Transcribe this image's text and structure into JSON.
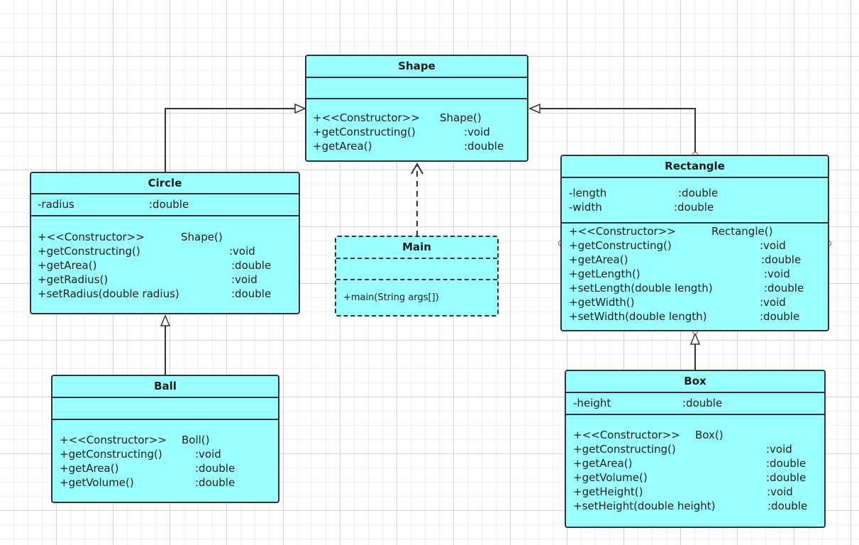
{
  "diagram": {
    "classes": {
      "shape": {
        "name": "Shape",
        "attributes": [],
        "operations": [
          {
            "name": "+<<Constructor>>",
            "type": "Shape()"
          },
          {
            "name": "+getConstructing()",
            "type": ":void"
          },
          {
            "name": "+getArea()",
            "type": ":double"
          }
        ]
      },
      "circle": {
        "name": "Circle",
        "attributes": [
          {
            "name": "-radius",
            "type": ":double"
          }
        ],
        "operations": [
          {
            "name": "+<<Constructor>>",
            "type": "Shape()"
          },
          {
            "name": "+getConstructing()",
            "type": ":void"
          },
          {
            "name": "+getArea()",
            "type": ":double"
          },
          {
            "name": "+getRadius()",
            "type": ":void"
          },
          {
            "name": "+setRadius(double radius)",
            "type": ":double"
          }
        ]
      },
      "main": {
        "name": "Main",
        "attributes": [],
        "operations": [
          {
            "name": "+main(String args[])",
            "type": ""
          }
        ]
      },
      "rectangle": {
        "name": "Rectangle",
        "attributes": [
          {
            "name": "-length",
            "type": ":double"
          },
          {
            "name": "-width",
            "type": ":double"
          }
        ],
        "operations": [
          {
            "name": "+<<Constructor>>",
            "type": "Rectangle()"
          },
          {
            "name": "+getConstructing()",
            "type": ":void"
          },
          {
            "name": "+getArea()",
            "type": ":double"
          },
          {
            "name": "+getLength()",
            "type": ":void"
          },
          {
            "name": "+setLength(double length)",
            "type": ":double"
          },
          {
            "name": "+getWidth()",
            "type": ":void"
          },
          {
            "name": "+setWidth(double length)",
            "type": ":double"
          }
        ]
      },
      "ball": {
        "name": "Ball",
        "attributes": [],
        "operations": [
          {
            "name": "+<<Constructor>>",
            "type": "Boll()"
          },
          {
            "name": "+getConstructing()",
            "type": ":void"
          },
          {
            "name": "+getArea()",
            "type": ":double"
          },
          {
            "name": "+getVolume()",
            "type": ":double"
          }
        ]
      },
      "box": {
        "name": "Box",
        "attributes": [
          {
            "name": "-height",
            "type": ":double"
          }
        ],
        "operations": [
          {
            "name": "+<<Constructor>>",
            "type": "Box()"
          },
          {
            "name": "+getConstructing()",
            "type": ":void"
          },
          {
            "name": "+getArea()",
            "type": ":double"
          },
          {
            "name": "+getVolume()",
            "type": ":double"
          },
          {
            "name": "+getHeight()",
            "type": ":void"
          },
          {
            "name": "+setHeight(double height)",
            "type": ":double"
          }
        ]
      }
    },
    "relations": [
      {
        "from": "Circle",
        "to": "Shape",
        "kind": "generalization"
      },
      {
        "from": "Rectangle",
        "to": "Shape",
        "kind": "generalization"
      },
      {
        "from": "Ball",
        "to": "Circle",
        "kind": "generalization"
      },
      {
        "from": "Box",
        "to": "Rectangle",
        "kind": "generalization"
      },
      {
        "from": "Main",
        "to": "Shape",
        "kind": "dependency"
      }
    ],
    "colors": {
      "fill": "#99ffff",
      "stroke": "#333333"
    }
  }
}
